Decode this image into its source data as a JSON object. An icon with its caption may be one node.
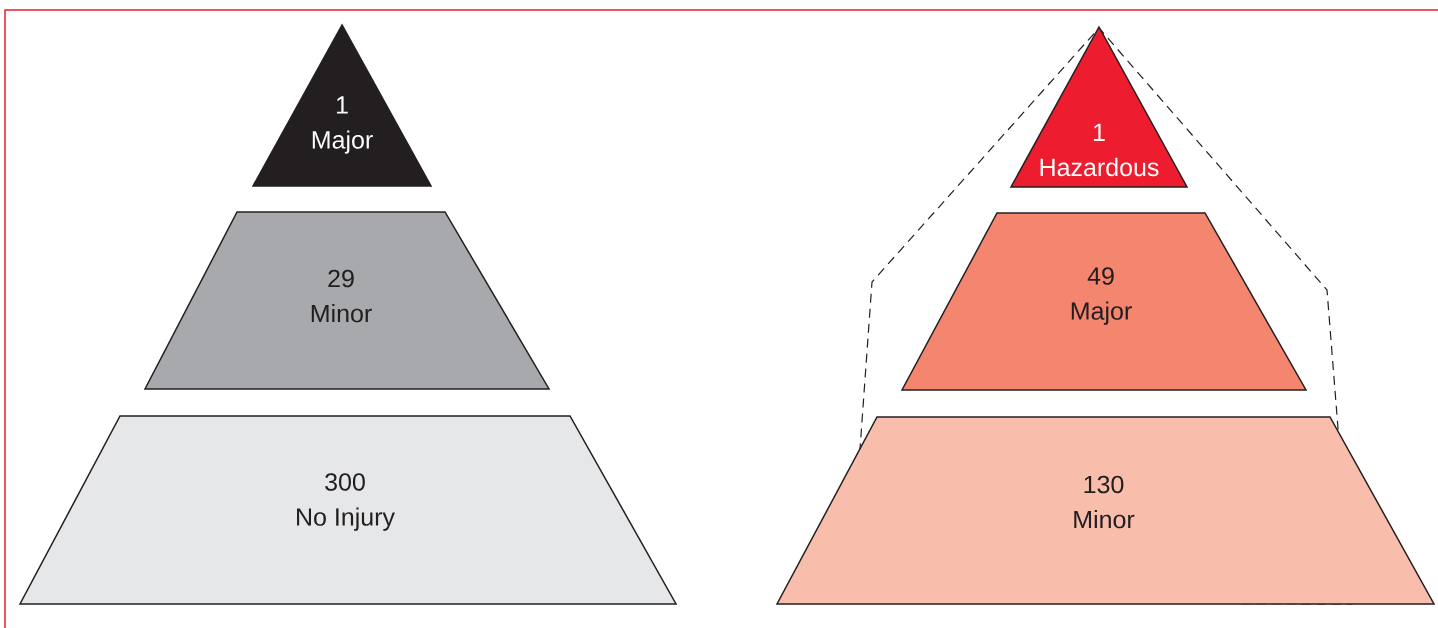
{
  "diagram": {
    "nodes": [
      {
        "text": [
          "1",
          "Major"
        ]
      },
      {
        "text": [
          "29",
          "Minor"
        ]
      },
      {
        "text": [
          "300",
          "No Injury"
        ]
      },
      {
        "text": [
          "1",
          "Hazardous"
        ]
      },
      {
        "text": [
          "49",
          "Major"
        ]
      },
      {
        "text": [
          "130",
          "Minor"
        ]
      }
    ]
  }
}
